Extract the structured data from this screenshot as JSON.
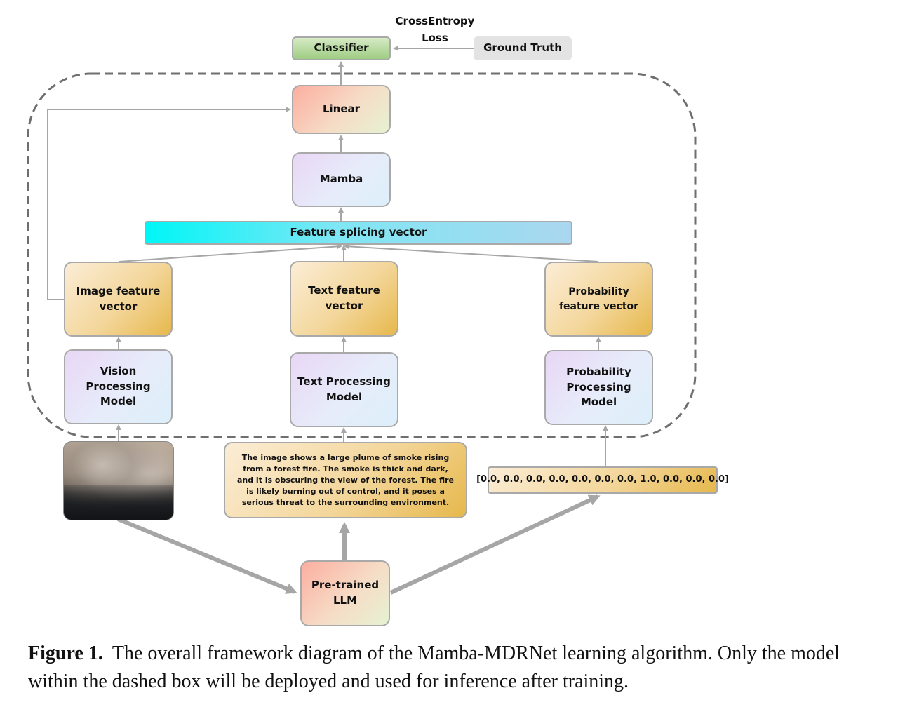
{
  "nodes": {
    "crossentropy": "CrossEntropy\nLoss",
    "classifier": "Classifier",
    "ground_truth": "Ground Truth",
    "linear": "Linear",
    "mamba": "Mamba",
    "feature_splicing": "Feature splicing vector",
    "image_feature": "Image feature vector",
    "text_feature": "Text feature vector",
    "prob_feature": "Probability feature vector",
    "vision_model": "Vision Processing Model",
    "text_model": "Text Processing Model",
    "prob_model": "Probability Processing Model",
    "text_description": "The image shows a large plume of smoke rising from a forest fire. The smoke is thick and dark, and it is obscuring the view of the forest. The fire is likely burning out of control, and it poses a serious threat to the surrounding environment.",
    "prob_vector": "[0.0, 0.0, 0.0, 0.0, 0.0, 0.0, 0.0, 1.0, 0.0, 0.0, 0.0]",
    "llm": "Pre-trained LLM"
  },
  "caption": {
    "label": "Figure 1.",
    "text": "The overall framework diagram of the Mamba-MDRNet learning algorithm. Only the model within the dashed box will be deployed and used for inference after training."
  },
  "colors": {
    "arrow": "#a6a6a6",
    "dashed_border": "#6f6f6f",
    "cyan": "#00f6f7",
    "yellow": "#e6b84c"
  }
}
